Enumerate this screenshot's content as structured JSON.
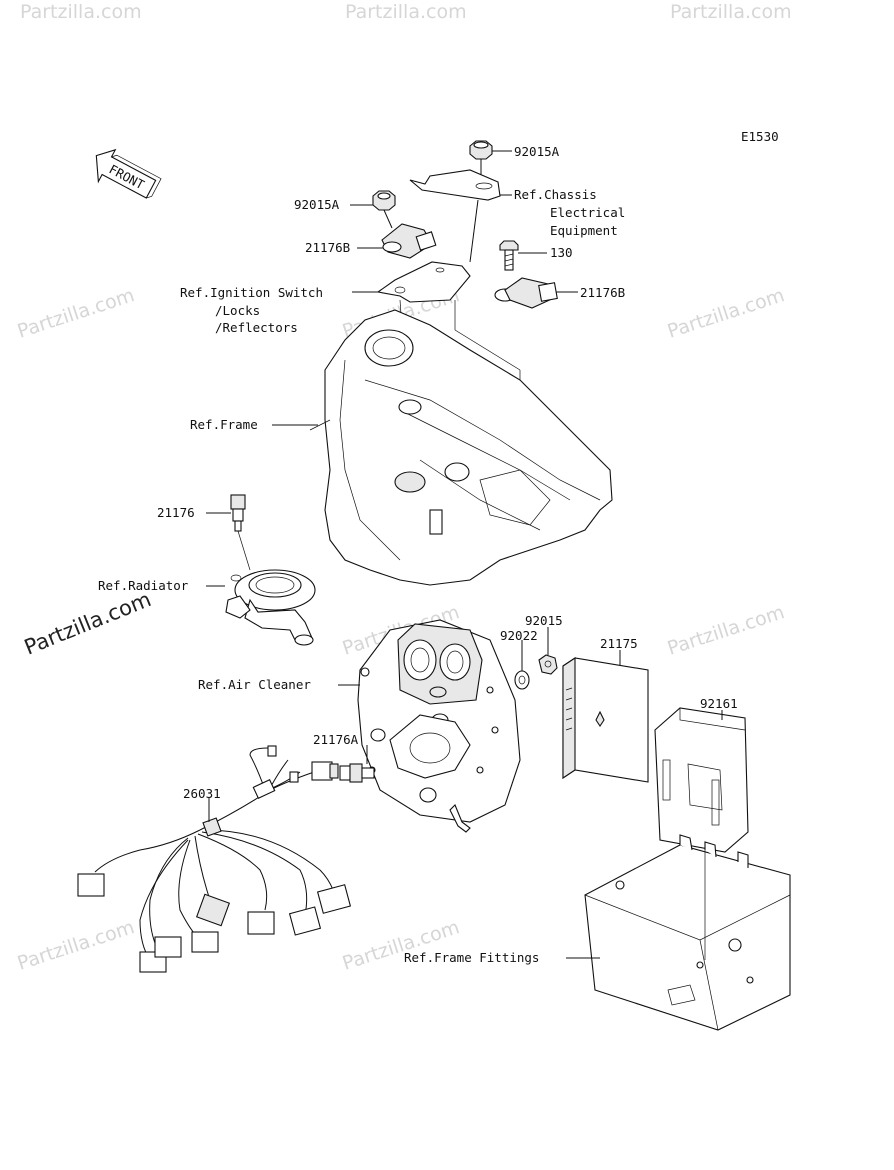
{
  "diagram_id": "E1530",
  "front_arrow": "FRONT",
  "watermark": "Partzilla.com",
  "watermark_main": "Partzilla.com",
  "labels": {
    "nut_92015A_top": "92015A",
    "ref_chassis_1": "Ref.Chassis",
    "ref_chassis_2": "Electrical",
    "ref_chassis_3": "Equipment",
    "nut_92015A_left": "92015A",
    "relay_21176B_left": "21176B",
    "bolt_130": "130",
    "relay_21176B_right": "21176B",
    "ref_ignition_1": "Ref.Ignition Switch",
    "ref_ignition_2": "/Locks",
    "ref_ignition_3": "/Reflectors",
    "ref_frame": "Ref.Frame",
    "sensor_21176": "21176",
    "ref_radiator": "Ref.Radiator",
    "nut_92015": "92015",
    "washer_92022": "92022",
    "ecu_21175": "21175",
    "ref_air_cleaner": "Ref.Air Cleaner",
    "cover_92161": "92161",
    "sensor_21176A": "21176A",
    "harness_26031": "26031",
    "ref_frame_fittings": "Ref.Frame Fittings"
  }
}
